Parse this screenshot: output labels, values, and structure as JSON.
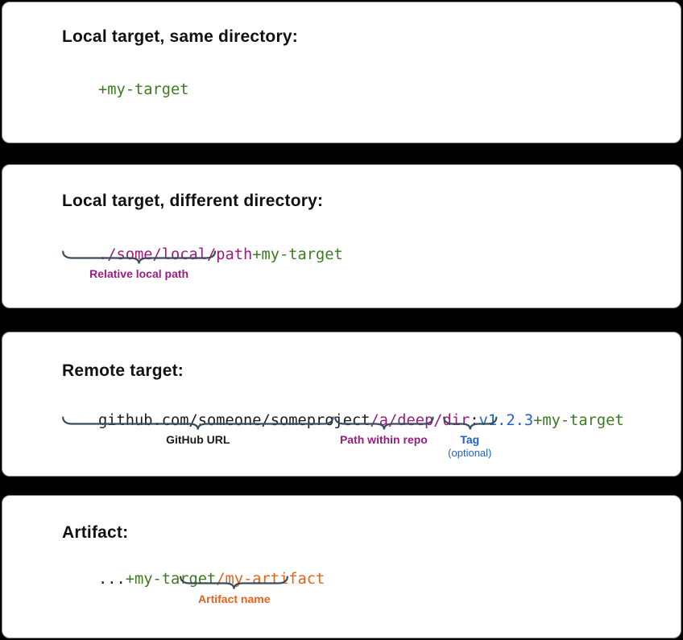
{
  "colors": {
    "green": "#3b7c21",
    "purple": "#9c1b7f",
    "blue": "#2161cb",
    "orange": "#e4621c",
    "black": "#1b1b1b",
    "brace": "#3b4c5c",
    "heading": "#111111",
    "card_bg": "#ffffff",
    "page_bg": "#000000",
    "card_border": "#8f8f8f"
  },
  "panels": [
    {
      "heading": "Local target, same directory:",
      "code": [
        {
          "text": "+my-target",
          "color": "green"
        }
      ],
      "annotations": []
    },
    {
      "heading": "Local target, different directory:",
      "code": [
        {
          "text": "./some/local/path",
          "color": "purple"
        },
        {
          "text": "+my-target",
          "color": "green"
        }
      ],
      "annotations": [
        {
          "label": "Relative local path",
          "color": "purple",
          "spans_text": "./some/local/path"
        }
      ]
    },
    {
      "heading": "Remote target:",
      "code": [
        {
          "text": "github.com/someone/someproject",
          "color": "black"
        },
        {
          "text": "/a/deep/dir",
          "color": "purple"
        },
        {
          "text": ":",
          "color": "black"
        },
        {
          "text": "v1.2.3",
          "color": "blue"
        },
        {
          "text": "+my-target",
          "color": "green"
        }
      ],
      "annotations": [
        {
          "label": "GitHub URL",
          "color": "black",
          "spans_text": "github.com/someone/someproject"
        },
        {
          "label": "Path within repo",
          "color": "purple",
          "spans_text": "/a/deep/dir"
        },
        {
          "label": "Tag",
          "sublabel": "(optional)",
          "color": "blue",
          "spans_text": "v1.2.3"
        }
      ]
    },
    {
      "heading": "Artifact:",
      "code": [
        {
          "text": "...",
          "color": "black"
        },
        {
          "text": "+my-target",
          "color": "green"
        },
        {
          "text": "/my-artifact",
          "color": "orange"
        }
      ],
      "annotations": [
        {
          "label": "Artifact name",
          "color": "orange",
          "spans_text": "/my-artifact"
        }
      ]
    }
  ]
}
